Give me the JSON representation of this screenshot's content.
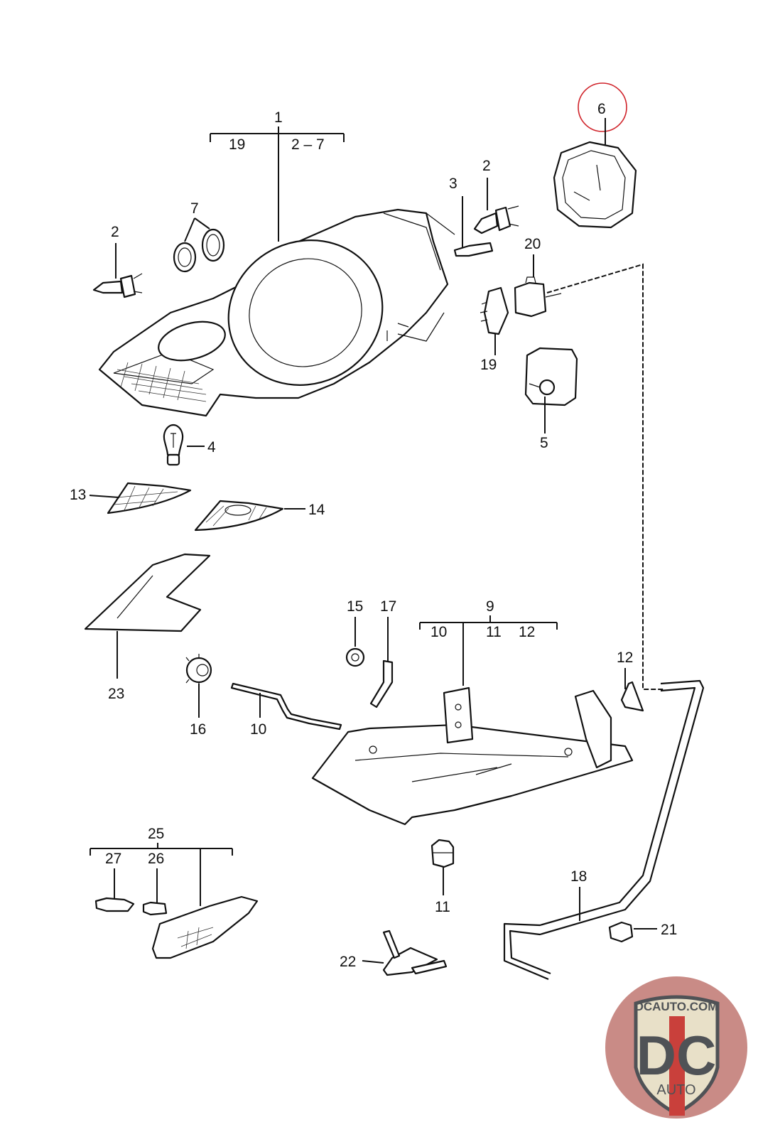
{
  "diagram": {
    "title": "Headlight assembly exploded parts diagram",
    "highlight_color": "#d0242b",
    "highlighted_part": "6",
    "callouts": [
      {
        "id": "c1",
        "label": "1"
      },
      {
        "id": "c1-sub-a",
        "label": "19"
      },
      {
        "id": "c1-sub-b",
        "label": "2 – 7"
      },
      {
        "id": "c2-left",
        "label": "2"
      },
      {
        "id": "c7",
        "label": "7"
      },
      {
        "id": "c3",
        "label": "3"
      },
      {
        "id": "c2-right",
        "label": "2"
      },
      {
        "id": "c6",
        "label": "6"
      },
      {
        "id": "c20",
        "label": "20"
      },
      {
        "id": "c19",
        "label": "19"
      },
      {
        "id": "c5",
        "label": "5"
      },
      {
        "id": "c4",
        "label": "4"
      },
      {
        "id": "c13",
        "label": "13"
      },
      {
        "id": "c14",
        "label": "14"
      },
      {
        "id": "c23",
        "label": "23"
      },
      {
        "id": "c15",
        "label": "15"
      },
      {
        "id": "c17",
        "label": "17"
      },
      {
        "id": "c9",
        "label": "9"
      },
      {
        "id": "c9-sub-a",
        "label": "10"
      },
      {
        "id": "c9-sub-b",
        "label": "11"
      },
      {
        "id": "c9-sub-c",
        "label": "12"
      },
      {
        "id": "c12",
        "label": "12"
      },
      {
        "id": "c16",
        "label": "16"
      },
      {
        "id": "c10",
        "label": "10"
      },
      {
        "id": "c25",
        "label": "25"
      },
      {
        "id": "c27",
        "label": "27"
      },
      {
        "id": "c26",
        "label": "26"
      },
      {
        "id": "c11",
        "label": "11"
      },
      {
        "id": "c18",
        "label": "18"
      },
      {
        "id": "c21",
        "label": "21"
      },
      {
        "id": "c22",
        "label": "22"
      }
    ]
  },
  "watermark": {
    "brand_top": "DCAUTO.COM",
    "brand_main": "DC",
    "brand_sub": "AUTO",
    "colors": {
      "circle": "#c98b86",
      "shield": "#e8e0c8",
      "text": "#4f5256",
      "stripe": "#c9403b"
    }
  }
}
